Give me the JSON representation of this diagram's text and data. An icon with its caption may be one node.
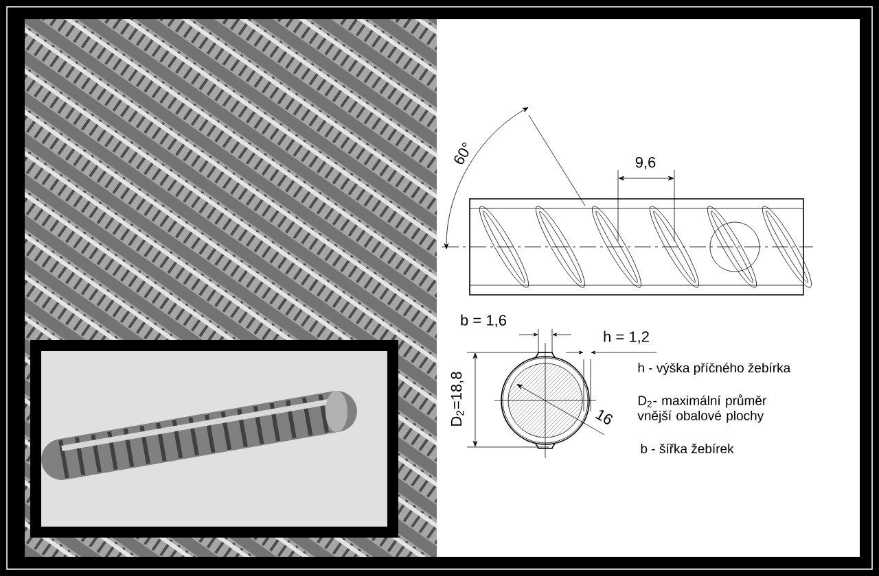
{
  "diagram": {
    "labels": [
      "60°",
      "9,6",
      "b = 1,6",
      "h = 1,2",
      "D$_{2}$=18,8",
      "16",
      "h - výška příčného žebírka",
      "D$_{2}$- maximální průměr vnější obalové plochy",
      "b - šířka žebírek"
    ]
  }
}
